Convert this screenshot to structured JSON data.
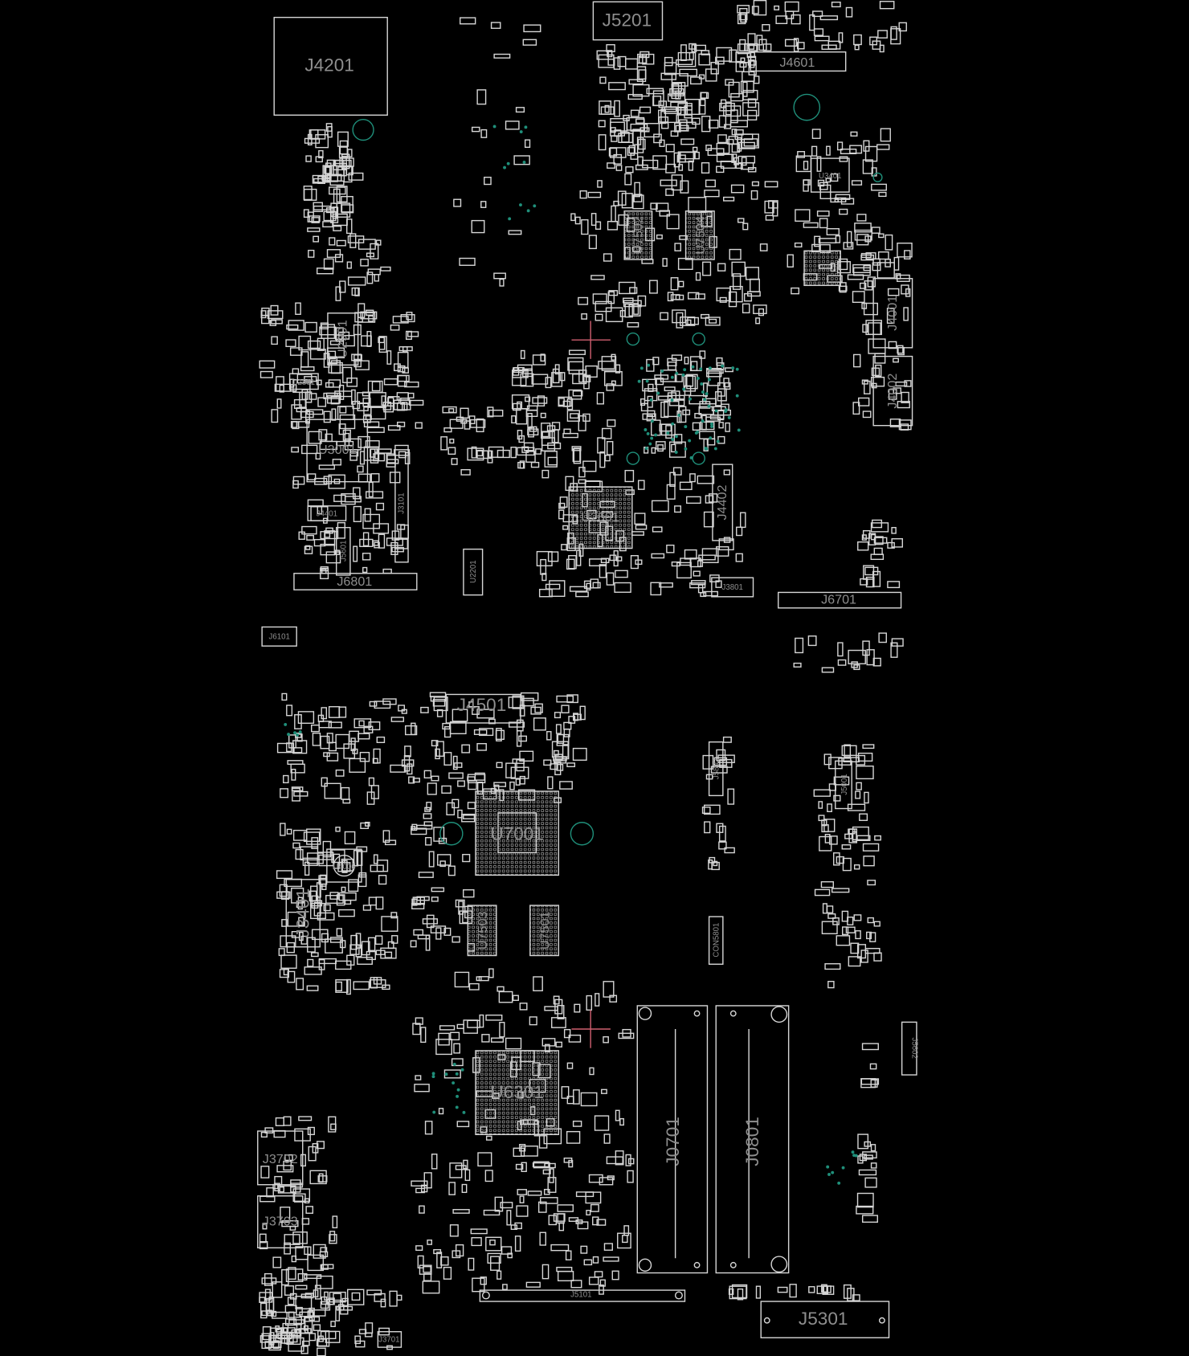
{
  "components": {
    "J4201": "J4201",
    "J5201": "J5201",
    "J4601": "J4601",
    "U3401": "U3401",
    "U7502": "U7502",
    "U7504": "U7504",
    "U2901": "U2901",
    "U2801": "U2801",
    "U3001": "U3001",
    "J3101": "J3101",
    "J4401": "J4401",
    "J5601": "J5601",
    "J6801": "J6801",
    "J6101": "J6101",
    "U2201": "U2201",
    "U2601": "U2601",
    "J4402": "J4402",
    "J3801": "J3801",
    "J6701": "J6701",
    "J4001": "J4001",
    "J4002": "J4002",
    "J4501": "J4501",
    "U7001": "U7001",
    "J3401": "J3401",
    "U4006": "U4006",
    "U7503": "U7503",
    "U7501": "U7501",
    "U6301": "U6301",
    "J0701": "J0701",
    "J0801": "J0801",
    "J5802": "J5802",
    "J5001": "J5001",
    "CON5801": "CON5801",
    "J5602": "J5602",
    "J3702": "J3702",
    "J3703": "J3703",
    "J5101": "J5101",
    "J5301": "J5301",
    "J3701": "J3701"
  },
  "colors": {
    "background": "#000000",
    "outline": "#d6d6d6",
    "label": "#8e8e8e",
    "via": "#1f8f7a",
    "cursor": "#d06070"
  }
}
